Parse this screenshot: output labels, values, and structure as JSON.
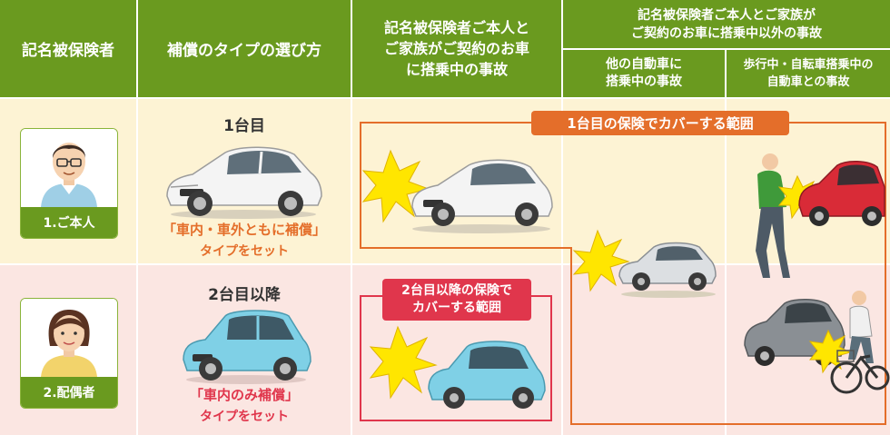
{
  "header": {
    "col1": "記名被保険者",
    "col2": "補償のタイプの選び方",
    "col3_line1": "記名被保険者ご本人と",
    "col3_line2": "ご家族がご契約のお車",
    "col3_line3": "に搭乗中の事故",
    "col4_line1": "記名被保険者ご本人とご家族が",
    "col4_line2": "ご契約のお車に搭乗中以外の事故",
    "sub1_line1": "他の自動車に",
    "sub1_line2": "搭乗中の事故",
    "sub2_line1": "歩行中・自転車搭乗中の",
    "sub2_line2": "自動車との事故"
  },
  "rows": [
    {
      "person_label": "1.ご本人",
      "car_title": "1台目",
      "type_label": "「車内・車外ともに補償」",
      "type_suffix": "タイプをセット"
    },
    {
      "person_label": "2.配偶者",
      "car_title": "2台目以降",
      "type_label": "「車内のみ補償」",
      "type_suffix": "タイプをセット"
    }
  ],
  "badges": {
    "first_car": "1台目の保険でカバーする範囲",
    "second_car_line1": "2台目以降の保険で",
    "second_car_line2": "カバーする範囲"
  },
  "colors": {
    "header_green": "#6a9a1f",
    "row1_bg": "#fdf3d4",
    "row2_bg": "#fbe6e2",
    "orange_accent": "#e46e2a",
    "red_accent": "#e0364c"
  }
}
